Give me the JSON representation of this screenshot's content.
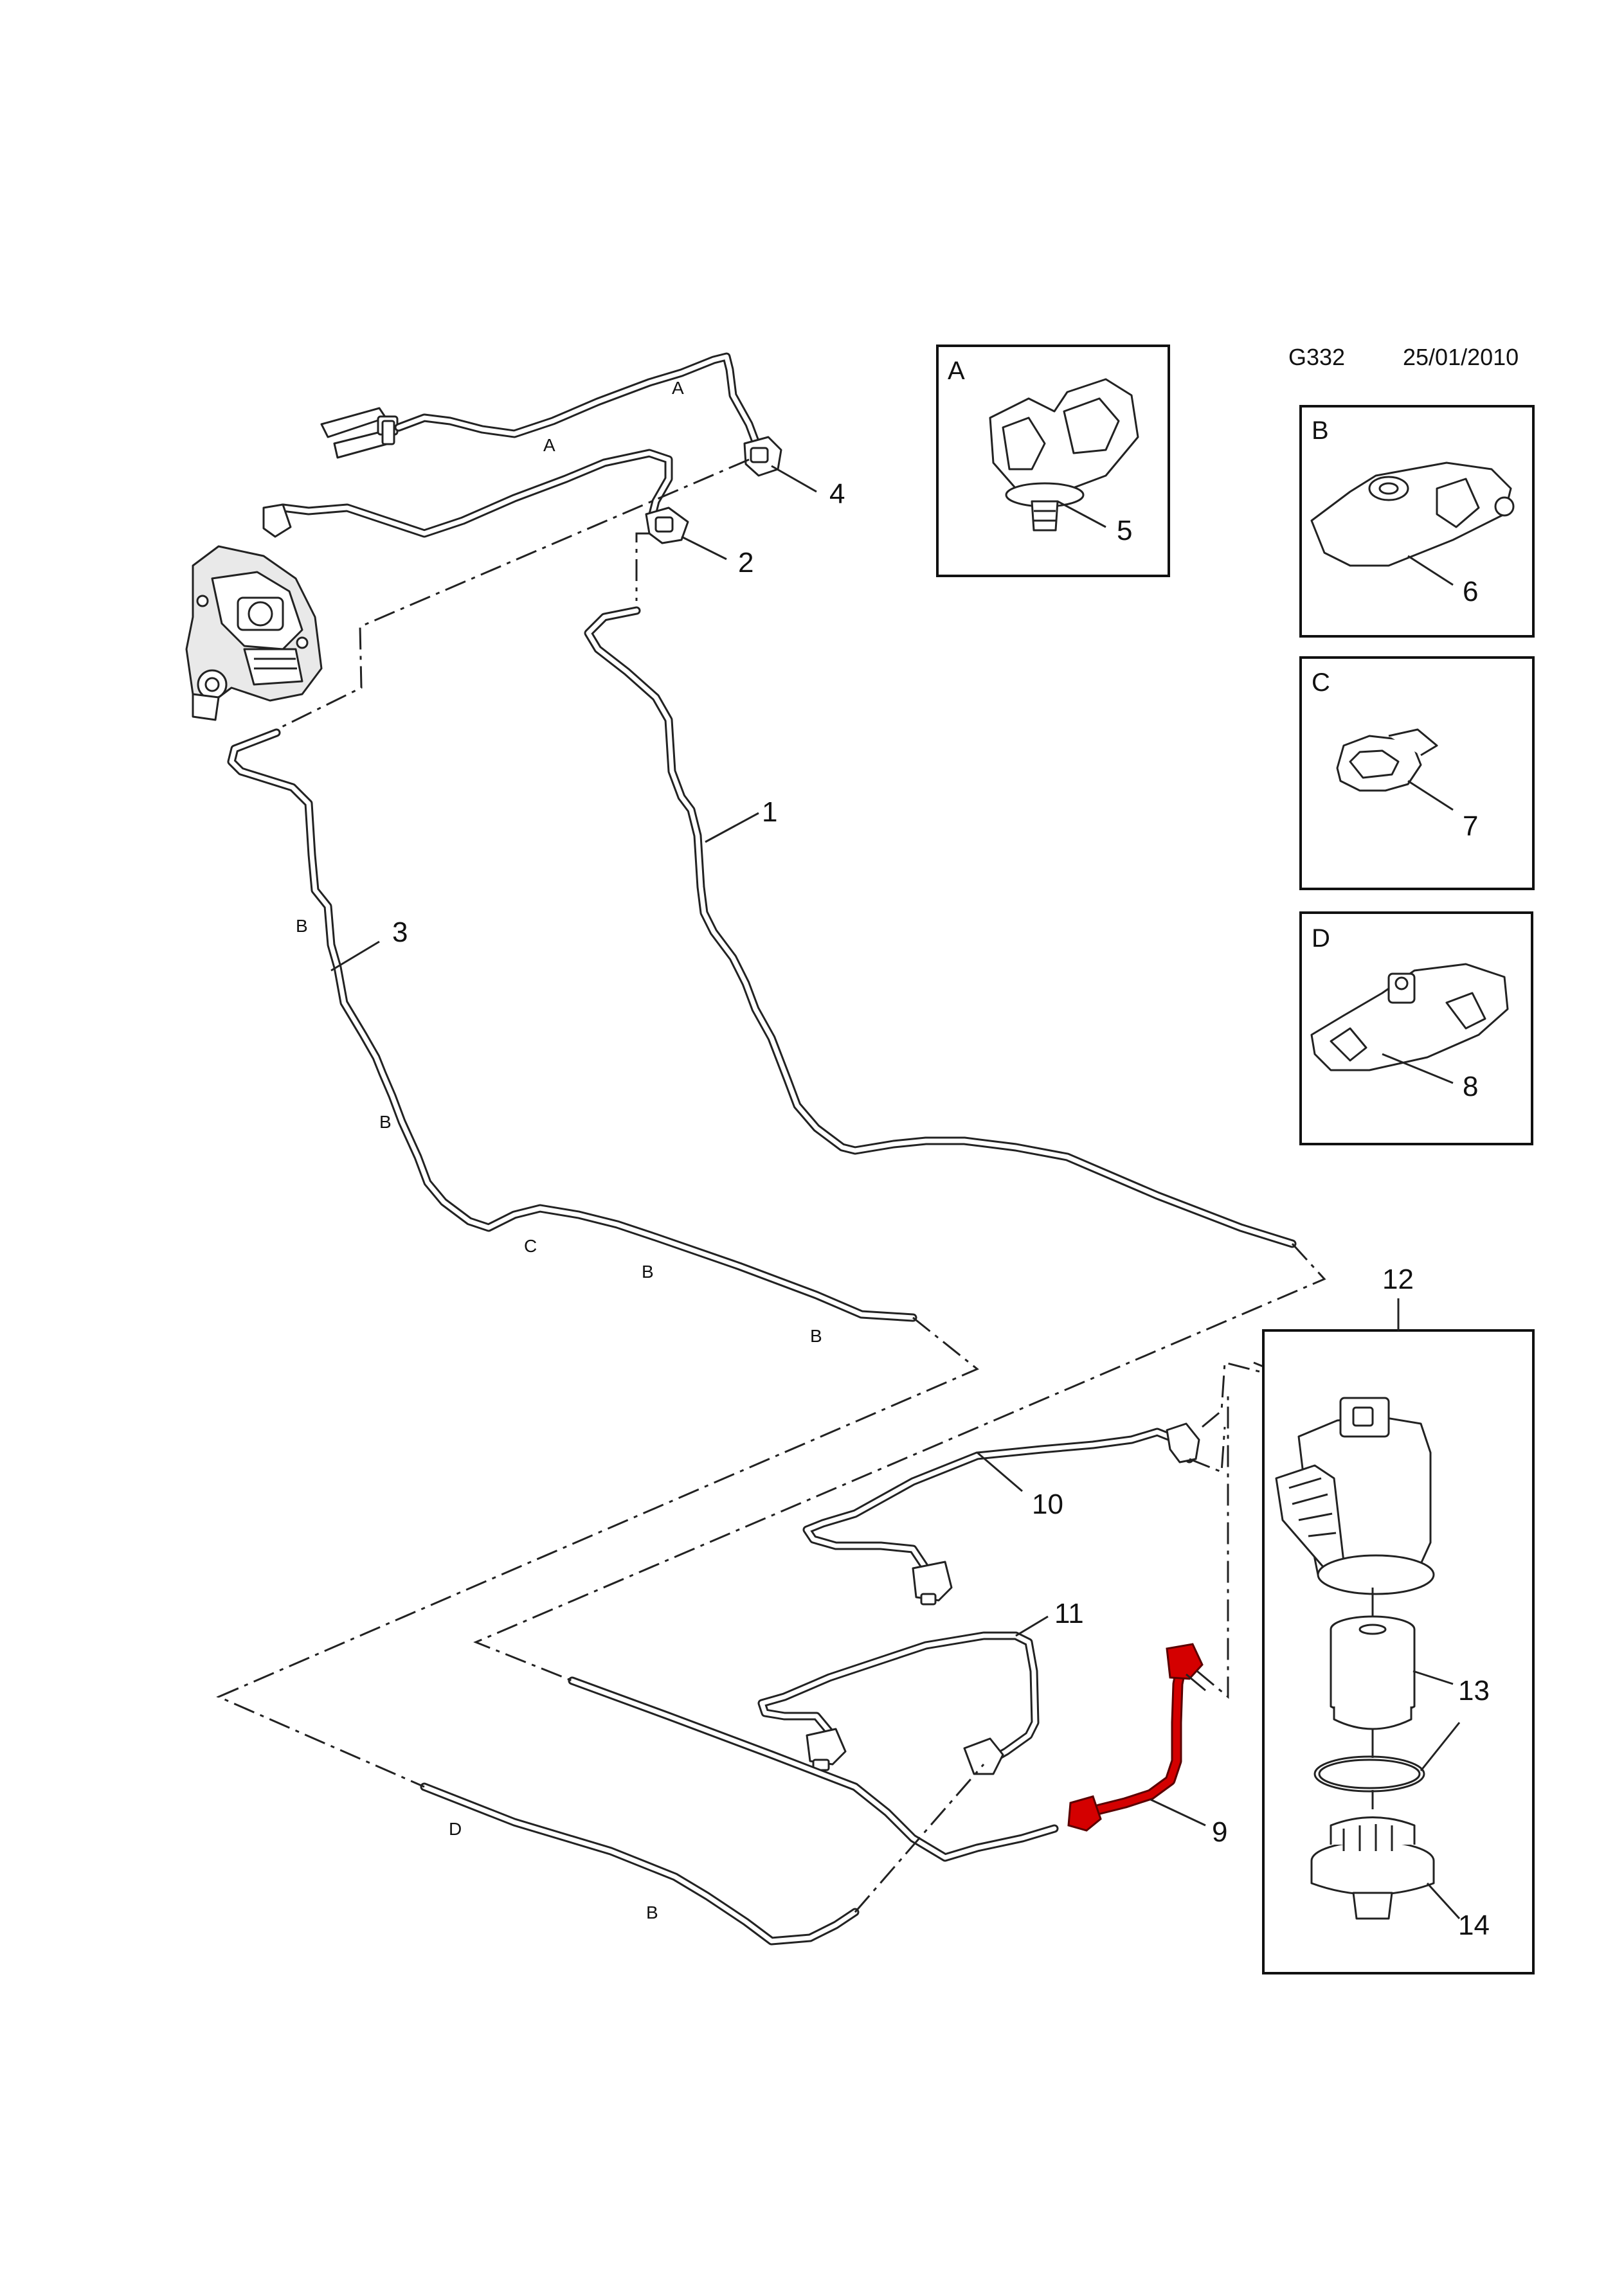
{
  "header": {
    "code": "G332",
    "date": "25/01/2010"
  },
  "callouts": {
    "p1": "1",
    "p2": "2",
    "p3": "3",
    "p4": "4",
    "p5": "5",
    "p6": "6",
    "p7": "7",
    "p8": "8",
    "p9": "9",
    "p10": "10",
    "p11": "11",
    "p12": "12",
    "p13": "13",
    "p14": "14"
  },
  "detail_boxes": {
    "a": "A",
    "b": "B",
    "c": "C",
    "d": "D"
  },
  "zone_labels": {
    "a_upper": "A",
    "a_lower": "A",
    "b_left": "B",
    "b_mid": "B",
    "c_low": "C",
    "b_low1": "B",
    "b_low2": "B",
    "d_bottom": "D",
    "b_bottom": "B"
  },
  "colors": {
    "highlight": "#d40000",
    "line": "#222222",
    "background": "#ffffff"
  }
}
